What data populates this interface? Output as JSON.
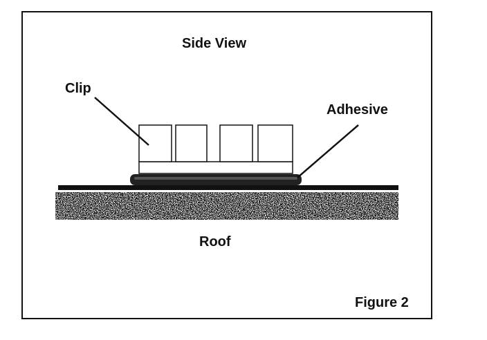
{
  "figure": {
    "title": "Side View",
    "clip_label": "Clip",
    "adhesive_label": "Adhesive",
    "roof_label": "Roof",
    "caption": "Figure 2"
  },
  "colors": {
    "ink": "#111111",
    "paper": "#ffffff",
    "roof_speckle": "#8a8a8a"
  }
}
